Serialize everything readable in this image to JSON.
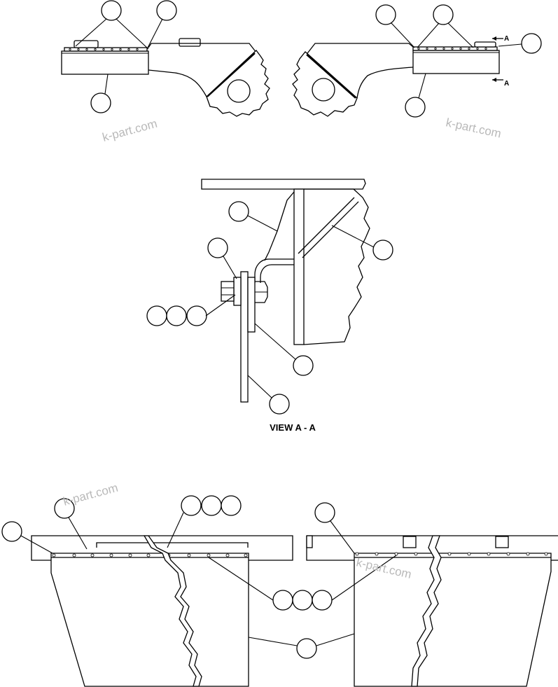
{
  "view_caption": "VIEW  A - A",
  "section_marker": "A",
  "watermark": "k-part.com"
}
